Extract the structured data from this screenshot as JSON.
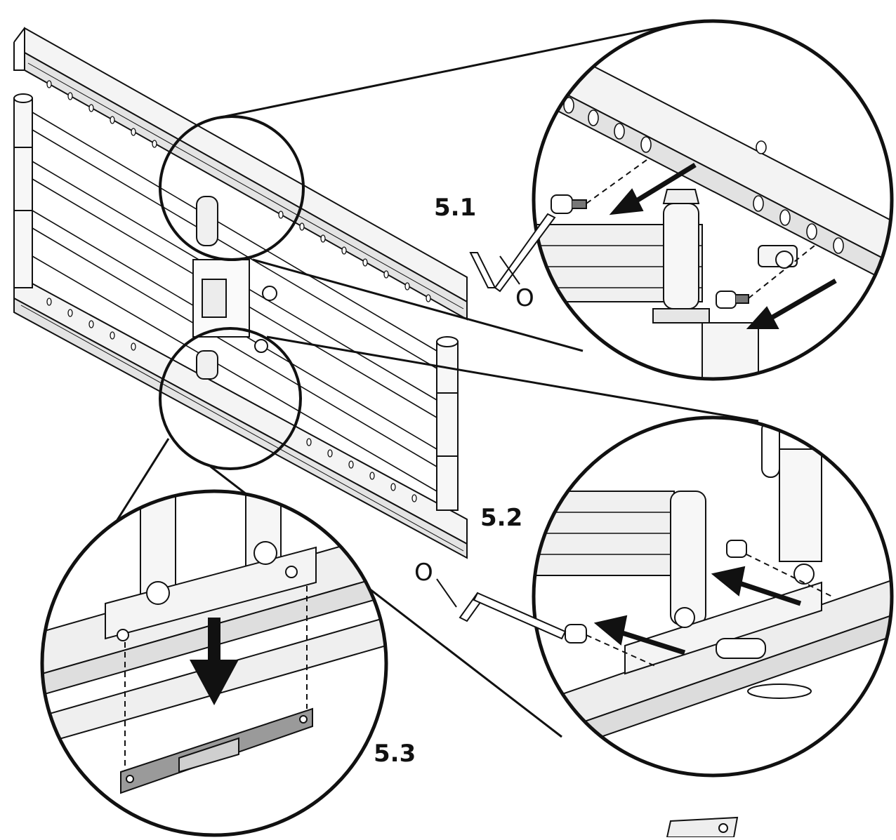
{
  "steps": {
    "s1": "5.1",
    "s2": "5.2",
    "s3": "5.3"
  },
  "callouts": {
    "tool_a": "O",
    "tool_b": "O"
  },
  "colors": {
    "line": "#111111",
    "metal_fill": "#f2f2f2",
    "shade": "#d9d9d9",
    "plate": "#9a9a9a"
  },
  "icons": {
    "hex_key": "hex-key-icon",
    "screw": "screw-icon",
    "arrow": "arrow-icon"
  }
}
